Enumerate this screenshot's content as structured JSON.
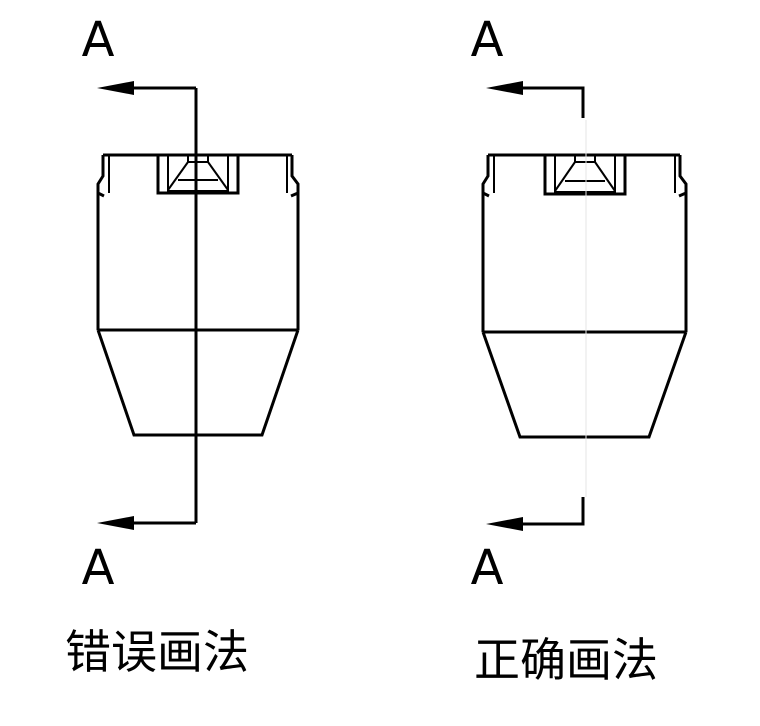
{
  "section_label": "A",
  "captions": {
    "wrong": "错误画法",
    "correct": "正确画法"
  },
  "colors": {
    "line": "#000000",
    "background": "#ffffff"
  }
}
